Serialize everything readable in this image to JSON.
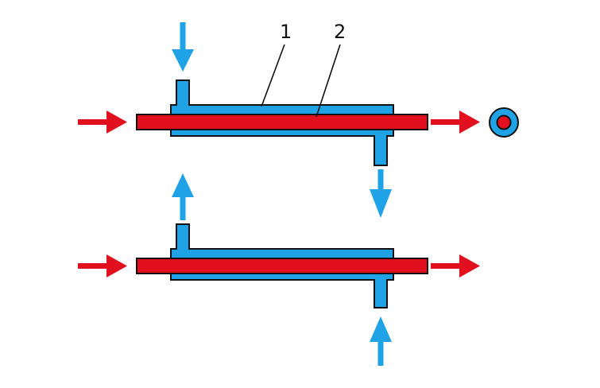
{
  "labels": {
    "outer_tube": "1",
    "inner_tube": "2"
  },
  "colors": {
    "hot_fluid": "#e2101f",
    "cold_fluid": "#1fa3e6",
    "outline": "#111111",
    "background": "#ffffff"
  },
  "exchangers": [
    {
      "name": "top-exchanger",
      "cold_inlet": "left-top",
      "cold_outlet": "right-bottom",
      "flow": "co-current"
    },
    {
      "name": "bottom-exchanger",
      "cold_inlet": "right-bottom",
      "cold_outlet": "left-top",
      "flow": "counter-current"
    }
  ]
}
